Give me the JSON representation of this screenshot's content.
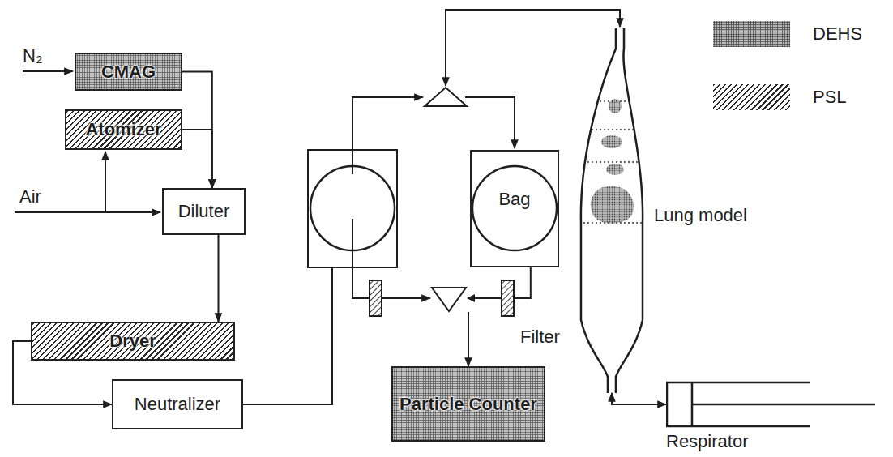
{
  "diagram": {
    "nodes": [
      {
        "text": [
          "CMAG"
        ]
      },
      {
        "text": [
          "Atomizer"
        ]
      },
      {
        "text": [
          "Diluter"
        ]
      },
      {
        "text": [
          "Dryer"
        ]
      },
      {
        "text": [
          "Neutralizer"
        ]
      },
      {
        "text": [
          "Bag"
        ]
      },
      {
        "text": [
          "Particle Counter"
        ]
      },
      {
        "text": [
          "Lung model"
        ]
      },
      {
        "text": [
          "Respirator"
        ]
      }
    ],
    "edges": [
      {
        "from": 0,
        "to": 2,
        "arrow": "to"
      },
      {
        "from": 1,
        "to": 2,
        "arrow": "to"
      },
      {
        "from": 2,
        "to": 3,
        "arrow": "to"
      },
      {
        "from": 3,
        "to": 4,
        "arrow": "to"
      },
      {
        "from": 5,
        "to": 6,
        "arrow": "to"
      },
      {
        "from": 7,
        "to": 8,
        "arrow": "both"
      }
    ],
    "labels": [
      "N₂",
      "Air",
      "Filter"
    ],
    "legend": [
      {
        "text": "DEHS"
      },
      {
        "text": "PSL"
      }
    ]
  }
}
